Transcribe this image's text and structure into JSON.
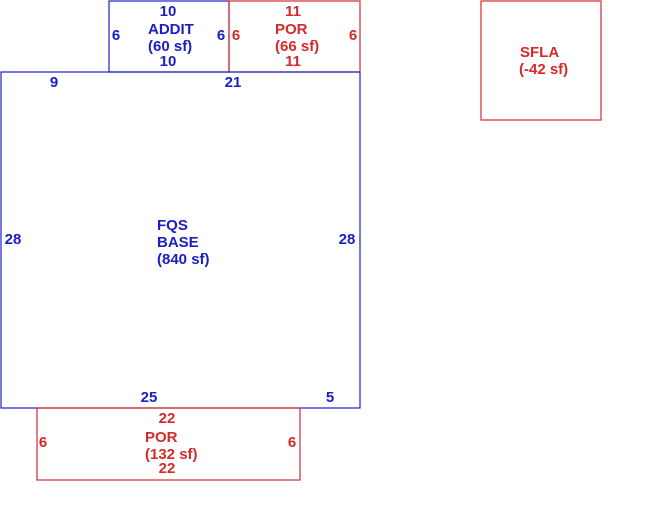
{
  "colors": {
    "base": "#1c20c4",
    "porch": "#d42a2a"
  },
  "areas": {
    "addit": {
      "name": "ADDIT",
      "area": "(60 sf)",
      "dim_top": "10",
      "dim_bottom": "10",
      "dim_left": "6",
      "dim_right": "6"
    },
    "por_top": {
      "name": "POR",
      "area": "(66 sf)",
      "dim_top": "11",
      "dim_bottom": "11",
      "dim_left": "6",
      "dim_right": "6"
    },
    "sfla": {
      "name": "SFLA",
      "area": "(-42 sf)"
    },
    "base": {
      "line1": "FQS",
      "line2": "BASE",
      "area": "(840 sf)",
      "dim_top_left": "9",
      "dim_top_right": "21",
      "dim_left": "28",
      "dim_right": "28",
      "dim_bottom_left": "25",
      "dim_bottom_right": "5"
    },
    "por_bottom": {
      "name": "POR",
      "area": "(132 sf)",
      "dim_top": "22",
      "dim_bottom": "22",
      "dim_left": "6",
      "dim_right": "6"
    }
  }
}
